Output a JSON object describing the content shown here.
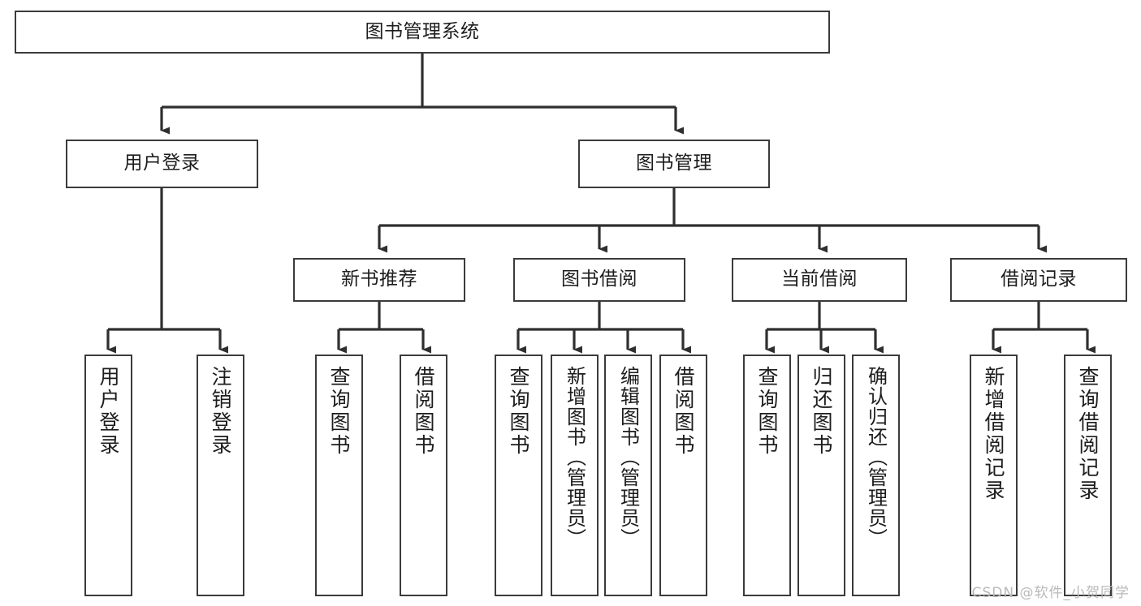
{
  "diagram": {
    "title": "图书管理系统",
    "type": "tree",
    "root": {
      "label": "图书管理系统"
    },
    "level2": [
      {
        "label": "用户登录"
      },
      {
        "label": "图书管理"
      }
    ],
    "level3": [
      {
        "label": "新书推荐"
      },
      {
        "label": "图书借阅"
      },
      {
        "label": "当前借阅"
      },
      {
        "label": "借阅记录"
      }
    ],
    "leaves": [
      {
        "label": "用户登录"
      },
      {
        "label": "注销登录"
      },
      {
        "label": "查询图书"
      },
      {
        "label": "借阅图书"
      },
      {
        "label": "查询图书"
      },
      {
        "label": "新增图书（管理员）"
      },
      {
        "label": "编辑图书（管理员）"
      },
      {
        "label": "借阅图书"
      },
      {
        "label": "查询图书"
      },
      {
        "label": "归还图书"
      },
      {
        "label": "确认归还（管理员）"
      },
      {
        "label": "新增借阅记录"
      },
      {
        "label": "查询借阅记录"
      }
    ],
    "colors": {
      "box_border": "#3b3b3b",
      "box_fill": "#ffffff",
      "text": "#1d1d1d",
      "connector": "#2f2f2f",
      "background": "#ffffff",
      "watermark": "#b9b9b9"
    }
  },
  "watermark": {
    "text": "CSDN @软件_小贺同学"
  }
}
